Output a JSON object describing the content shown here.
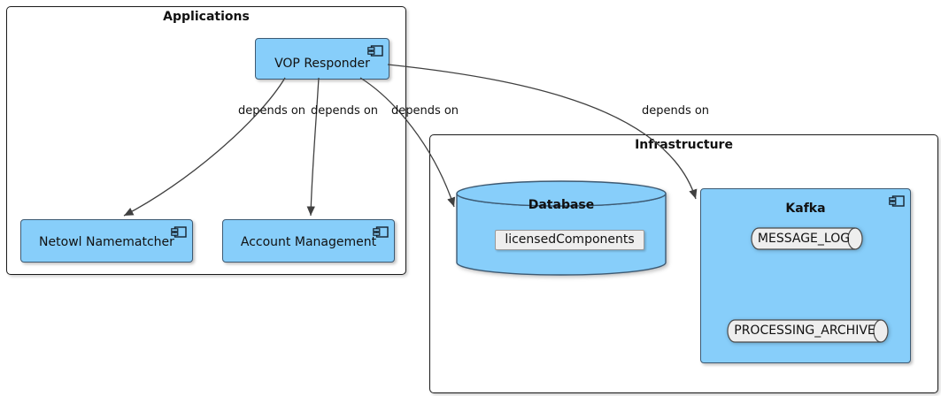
{
  "diagram": {
    "packages": {
      "applications": {
        "title": "Applications"
      },
      "infrastructure": {
        "title": "Infrastructure"
      }
    },
    "components": {
      "vop_responder": {
        "label": "VOP Responder"
      },
      "netowl_namematcher": {
        "label": "Netowl Namematcher"
      },
      "account_management": {
        "label": "Account Management"
      },
      "kafka": {
        "label": "Kafka"
      }
    },
    "database": {
      "title": "Database",
      "items": [
        {
          "label": "licensedComponents"
        }
      ]
    },
    "kafka_queues": [
      {
        "label": "MESSAGE_LOG"
      },
      {
        "label": "PROCESSING_ARCHIVE"
      }
    ],
    "edges": [
      {
        "from": "VOP Responder",
        "to": "Netowl Namematcher",
        "label": "depends on"
      },
      {
        "from": "VOP Responder",
        "to": "Account Management",
        "label": "depends on"
      },
      {
        "from": "VOP Responder",
        "to": "Database",
        "label": "depends on"
      },
      {
        "from": "VOP Responder",
        "to": "Kafka",
        "label": "depends on"
      }
    ],
    "colors": {
      "node_fill": "#87CEFA",
      "node_border": "#3d5a73",
      "queue_fill": "#EEEEEE",
      "arrow": "#404040",
      "background": "#FFFFFF"
    }
  }
}
